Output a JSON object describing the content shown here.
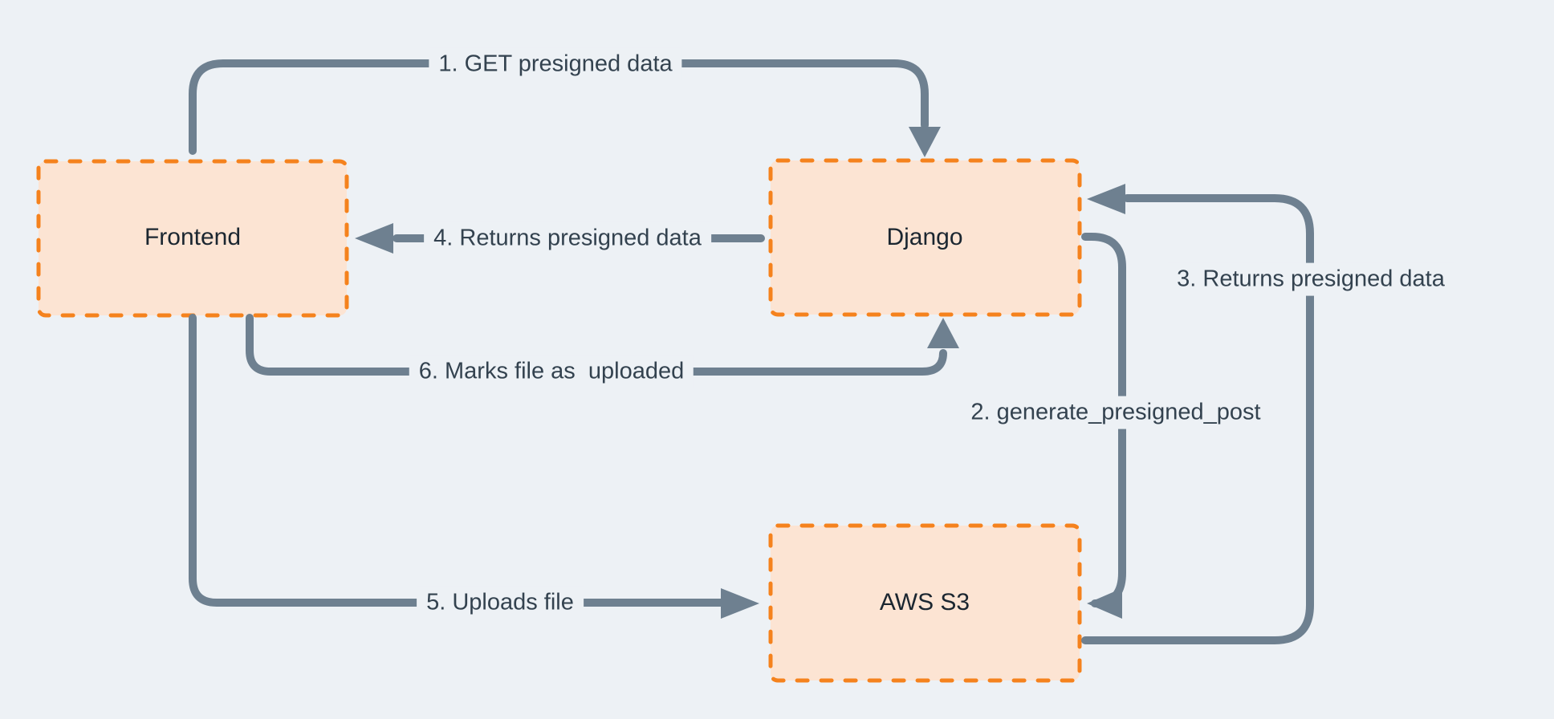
{
  "diagram": {
    "type": "flowchart",
    "description": "Presigned S3 upload flow between Frontend, Django and AWS S3"
  },
  "colors": {
    "background": "#EDF1F5",
    "node_fill": "#FCE4D3",
    "node_border": "#F5821D",
    "arrow": "#6E8090",
    "edge_label_text": "#33424F",
    "node_label_text": "#1B2630"
  },
  "nodes": {
    "frontend": {
      "label": "Frontend"
    },
    "django": {
      "label": "Django"
    },
    "aws_s3": {
      "label": "AWS S3"
    }
  },
  "edges": {
    "step1": {
      "label": "1. GET presigned data",
      "from": "Frontend",
      "to": "Django"
    },
    "step2": {
      "label": "2. generate_presigned_post",
      "from": "Django",
      "to": "AWS S3"
    },
    "step3": {
      "label": "3. Returns presigned data",
      "from": "AWS S3",
      "to": "Django"
    },
    "step4": {
      "label": "4. Returns presigned data",
      "from": "Django",
      "to": "Frontend"
    },
    "step5": {
      "label": "5. Uploads file",
      "from": "Frontend",
      "to": "AWS S3"
    },
    "step6": {
      "label": "6. Marks file as  uploaded",
      "from": "Frontend",
      "to": "Django"
    }
  }
}
